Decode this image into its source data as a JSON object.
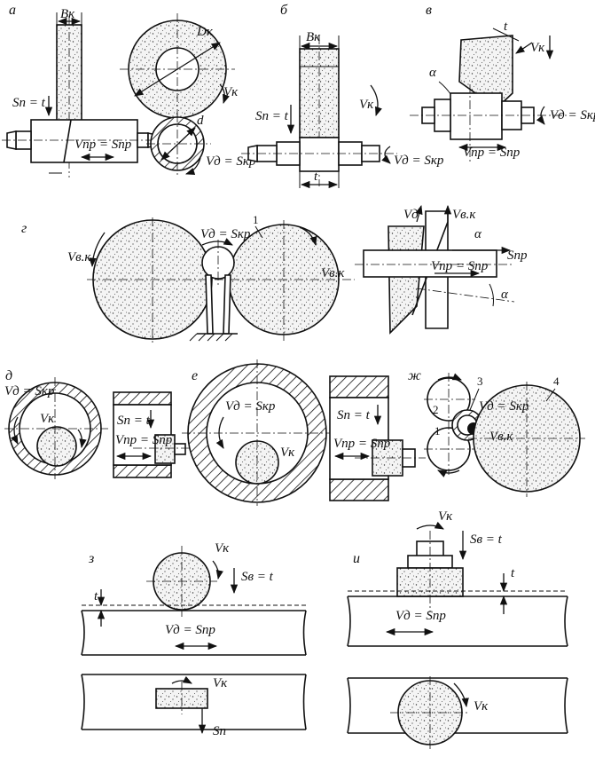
{
  "panels": {
    "a": {
      "tag": "а",
      "width_label": "Bк",
      "feed_label": "Sп = t",
      "part_speed": "Vпр = Sпр",
      "diameter_label": "Dк",
      "wheel_speed": "Vк",
      "part_diameter": "d",
      "part_speed2": "Vд = Sкр"
    },
    "b": {
      "tag": "б",
      "width_label": "Bк",
      "feed_label": "Sп = t",
      "wheel_speed": "Vк",
      "rot_label": "Vд = Sкр",
      "depth_label": "t"
    },
    "v": {
      "tag": "в",
      "t_label": "t",
      "wheel_speed": "Vк",
      "angle_label": "α",
      "rot_label": "Vд = Sкр",
      "long_feed": "Vпр = Sпр"
    },
    "g": {
      "tag": "г",
      "left_speed": "Vв.к",
      "part_speed": "Vд = Sкр",
      "wheel_number": "1",
      "right_speed": "Vв.к",
      "vd": "Vд",
      "vvk": "Vв.к",
      "alpha_top": "α",
      "s_label": "Sпр",
      "vpr": "Vпр = Sпр",
      "alpha_bottom": "α"
    },
    "d": {
      "tag": "д",
      "rot_label": "Vд = Sкр",
      "wheel_speed": "Vк",
      "feed_label": "Sп = t",
      "long_feed": "Vпр = Sпр"
    },
    "e": {
      "tag": "е",
      "rot_label": "Vд = Sкр",
      "wheel_speed": "Vк",
      "feed_label": "Sп = t",
      "long_feed": "Vпр = Sпр"
    },
    "zh": {
      "tag": "ж",
      "n2": "2",
      "n3": "3",
      "n4": "4",
      "n1": "1",
      "rot_label": "Vд = Sкр",
      "wheel_speed": "Vв.к"
    },
    "z": {
      "tag": "з",
      "wheel_speed": "Vк",
      "feed_label": "Sв = t",
      "t_label": "t",
      "table_speed": "Vд = Sпр",
      "wheel_speed2": "Vк",
      "cross_feed": "Sп"
    },
    "i": {
      "tag": "и",
      "wheel_speed": "Vк",
      "feed_label": "Sв = t",
      "t_label": "t",
      "table_speed": "Vд = Sпр",
      "wheel_speed2": "Vк"
    }
  }
}
